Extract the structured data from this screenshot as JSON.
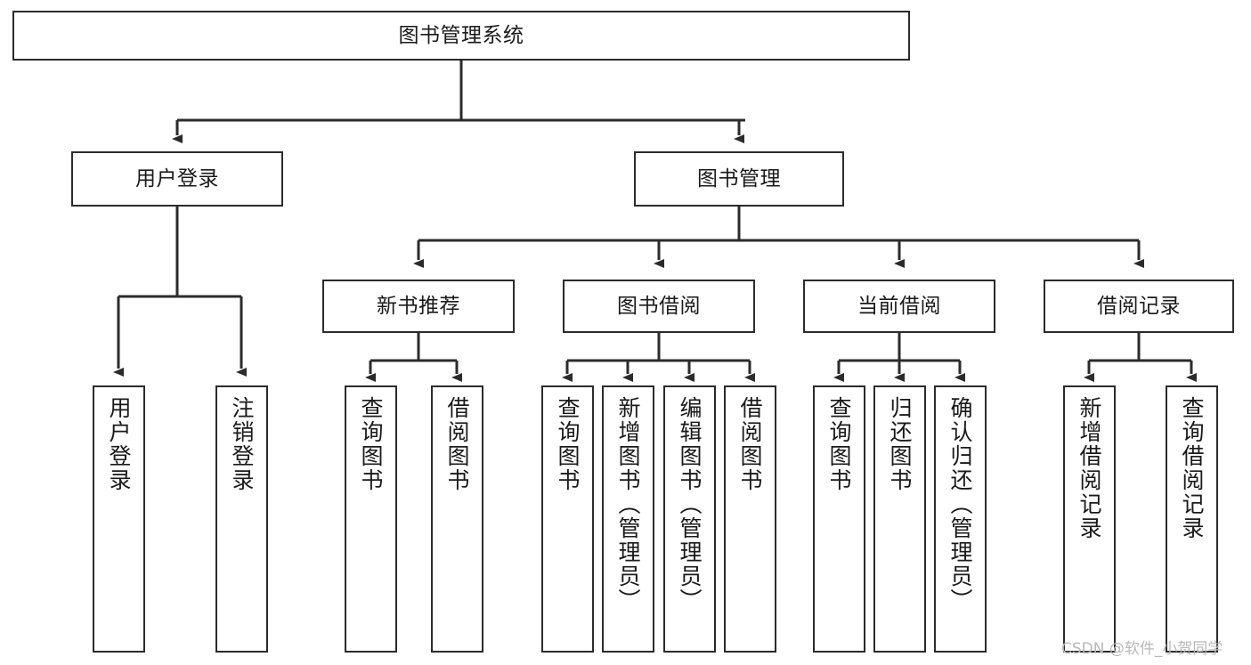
{
  "diagram": {
    "title": "图书管理系统",
    "type": "hierarchy-tree",
    "watermark": "CSDN @软件_小贺同学",
    "colors": {
      "stroke": "#2b2b2b",
      "fill": "#ffffff",
      "text": "#1a1a1a",
      "watermark": "#b9b9b9"
    }
  },
  "nodes": {
    "root": {
      "label": "图书管理系统"
    },
    "level2": [
      {
        "label": "用户登录"
      },
      {
        "label": "图书管理"
      }
    ],
    "level3": [
      {
        "label": "新书推荐"
      },
      {
        "label": "图书借阅"
      },
      {
        "label": "当前借阅"
      },
      {
        "label": "借阅记录"
      }
    ],
    "leaves_user_login": [
      {
        "label": "用户登录"
      },
      {
        "label": "注销登录"
      }
    ],
    "leaves_new_books": [
      {
        "label": "查询图书"
      },
      {
        "label": "借阅图书"
      }
    ],
    "leaves_book_borrow": [
      {
        "label": "查询图书"
      },
      {
        "label": "新增图书（管理员）"
      },
      {
        "label": "编辑图书（管理员）"
      },
      {
        "label": "借阅图书"
      }
    ],
    "leaves_current_borrow": [
      {
        "label": "查询图书"
      },
      {
        "label": "归还图书"
      },
      {
        "label": "确认归还（管理员）"
      }
    ],
    "leaves_borrow_records": [
      {
        "label": "新增借阅记录"
      },
      {
        "label": "查询借阅记录"
      }
    ]
  }
}
